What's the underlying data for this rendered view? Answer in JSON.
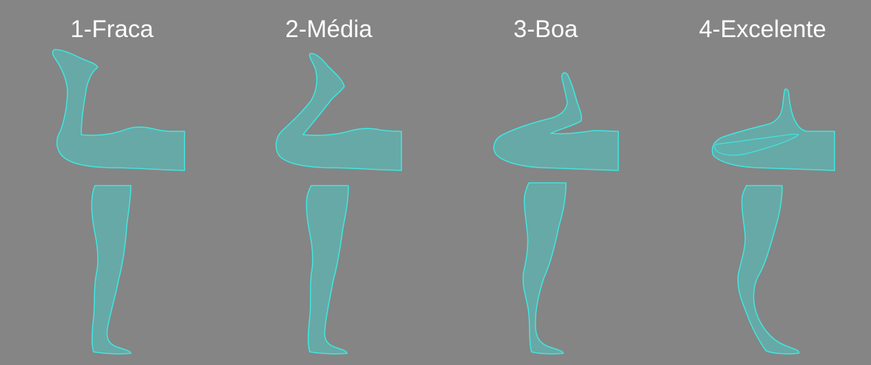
{
  "levels": [
    {
      "label": "1-Fraca"
    },
    {
      "label": "2-Média"
    },
    {
      "label": "3-Boa"
    },
    {
      "label": "4-Excelente"
    }
  ],
  "colors": {
    "background": "#858585",
    "leg_fill": "#5fb3b0",
    "leg_outline": "#3fe6e0",
    "label_text": "#ffffff"
  }
}
